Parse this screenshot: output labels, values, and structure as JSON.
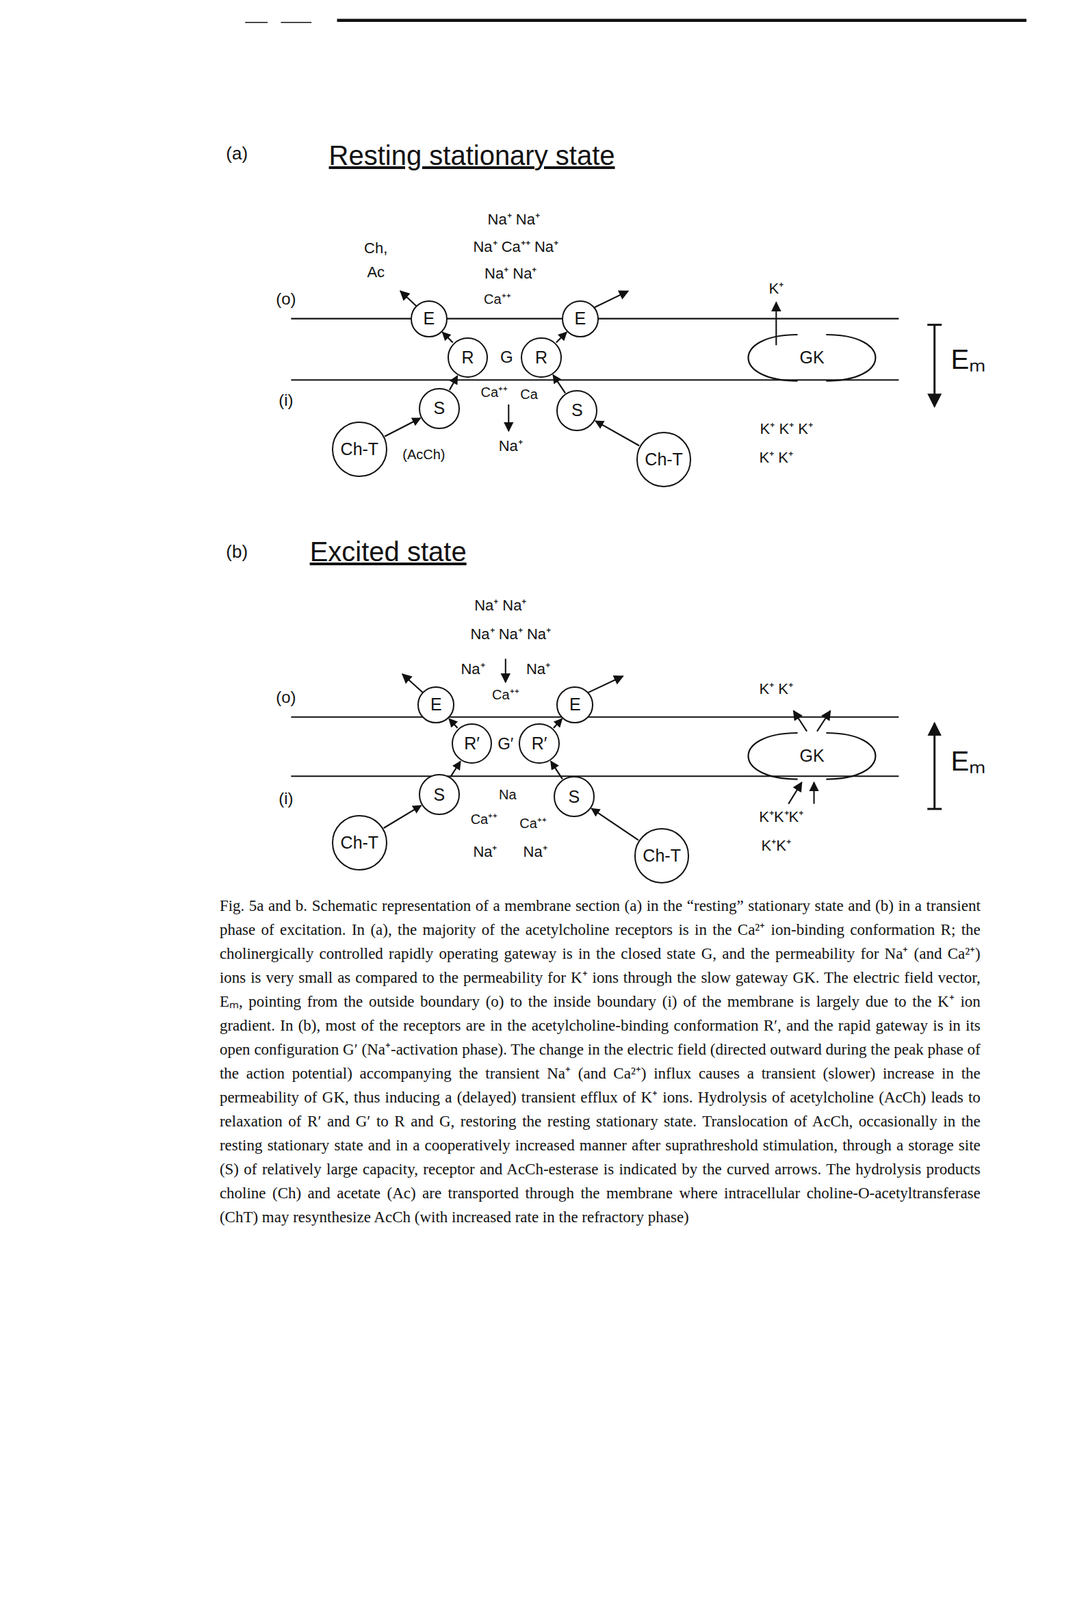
{
  "diagram": {
    "caption": "Fig. 5a and b. Schematic representation of a membrane section (a) in the “resting” stationary state and (b) in a transient phase of excitation. In (a), the majority of the acetylcholine receptors is in the Ca²⁺ ion-binding conformation R; the cholinergically controlled rapidly operating gateway is in the closed state G, and the permeability for Na⁺ (and Ca²⁺) ions is very small as compared to the permeability for K⁺ ions through the slow gateway GK. The electric field vector, Eₘ, pointing from the outside boundary (o) to the inside boundary (i) of the membrane is largely due to the K⁺ ion gradient. In (b), most of the receptors are in the acetylcholine-binding conformation R′, and the rapid gateway is in its open configuration G′ (Na⁺-activation phase). The change in the electric field (directed outward during the peak phase of the action potential) accompanying the transient Na⁺ (and Ca²⁺) influx causes a transient (slower) increase in the permeability of GK, thus inducing a (delayed) transient efflux of K⁺ ions. Hydrolysis of acetylcholine (AcCh) leads to relaxation of R′ and G′ to R and G, restoring the resting stationary state. Translocation of AcCh, occasionally in the resting stationary state and in a cooperatively increased manner after suprathreshold stimulation, through a storage site (S) of relatively large capacity, receptor and AcCh-esterase is indicated by the curved arrows. The hydrolysis products choline (Ch) and acetate (Ac) are transported through the membrane where intracellular choline-O-acetyltransferase (ChT) may resynthesize AcCh (with increased rate in the refractory phase)",
    "nodes": [
      {
        "text": [
          "E"
        ]
      },
      {
        "text": [
          "E"
        ]
      },
      {
        "text": [
          "R"
        ]
      },
      {
        "text": [
          "R"
        ]
      },
      {
        "text": [
          "S"
        ]
      },
      {
        "text": [
          "S"
        ]
      },
      {
        "text": [
          "Ch-T"
        ]
      },
      {
        "text": [
          "GK"
        ]
      },
      {
        "text": [
          "Ch-T"
        ]
      },
      {
        "text": [
          "E"
        ]
      },
      {
        "text": [
          "E"
        ]
      },
      {
        "text": [
          "R′"
        ]
      },
      {
        "text": [
          "R′"
        ]
      },
      {
        "text": [
          "S"
        ]
      },
      {
        "text": [
          "S"
        ]
      },
      {
        "text": [
          "Ch-T"
        ]
      },
      {
        "text": [
          "GK"
        ]
      },
      {
        "text": [
          "Ch-T"
        ]
      }
    ],
    "edges": [
      {
        "from": 6,
        "to": 4,
        "arrow": "to"
      },
      {
        "from": 4,
        "to": 2,
        "arrow": "to"
      },
      {
        "from": 2,
        "to": 0,
        "arrow": "to"
      },
      {
        "from": 8,
        "to": 5,
        "arrow": "to"
      },
      {
        "from": 5,
        "to": 3,
        "arrow": "to"
      },
      {
        "from": 3,
        "to": 1,
        "arrow": "to"
      },
      {
        "from": 15,
        "to": 13,
        "arrow": "to"
      },
      {
        "from": 13,
        "to": 11,
        "arrow": "to"
      },
      {
        "from": 11,
        "to": 9,
        "arrow": "to"
      },
      {
        "from": 17,
        "to": 14,
        "arrow": "to"
      },
      {
        "from": 14,
        "to": 12,
        "arrow": "to"
      },
      {
        "from": 12,
        "to": 10,
        "arrow": "to"
      }
    ],
    "labels": [
      "(a)",
      "Resting stationary state",
      "Na⁺ Na⁺",
      "Ch,",
      "Na⁺ Ca⁺⁺ Na⁺",
      "Ac",
      "Na⁺ Na⁺",
      "Ca⁺⁺",
      "K⁺",
      "(o)",
      "G",
      "(i)",
      "Ca⁺⁺",
      "Ca",
      "(AcCh)",
      "Na⁺",
      "K⁺ K⁺ K⁺",
      "K⁺ K⁺",
      "Eₘ",
      "(b)",
      "Excited state",
      "Na⁺ Na⁺",
      "Na⁺ Na⁺ Na⁺",
      "Na⁺",
      "Na⁺",
      "(o)",
      "Ca⁺⁺",
      "K⁺ K⁺",
      "G′",
      "(i)",
      "Na",
      "Ca⁺⁺",
      "Ca⁺⁺",
      "Na⁺",
      "Na⁺",
      "K⁺K⁺K⁺",
      "K⁺K⁺",
      "Eₘ"
    ]
  }
}
